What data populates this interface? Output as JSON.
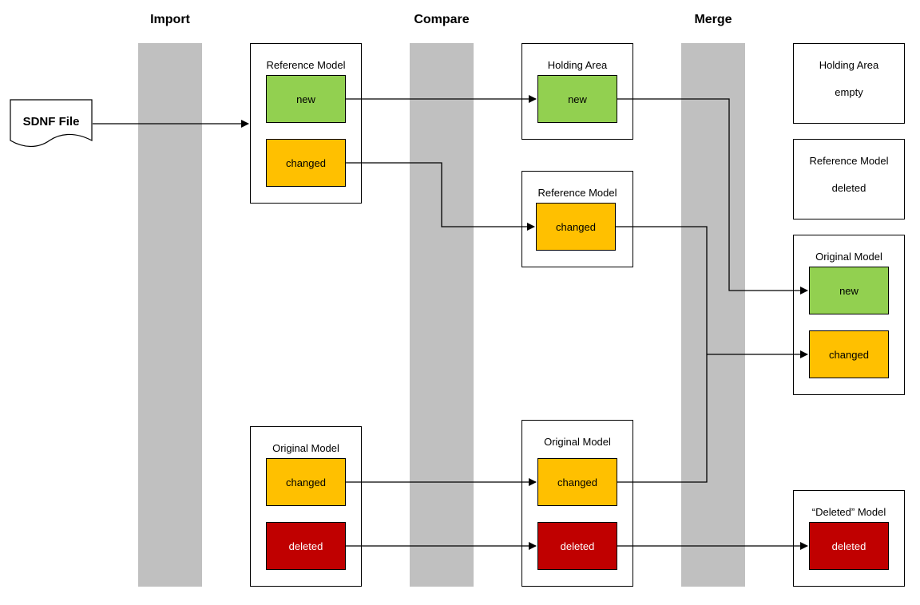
{
  "phases": [
    "Import",
    "Compare",
    "Merge"
  ],
  "file": {
    "label": "SDNF File"
  },
  "import": {
    "reference": {
      "title": "Reference Model",
      "items": [
        "new",
        "changed"
      ]
    },
    "original": {
      "title": "Original Model",
      "items": [
        "changed",
        "deleted"
      ]
    }
  },
  "compare": {
    "holding": {
      "title": "Holding Area",
      "items": [
        "new"
      ]
    },
    "reference": {
      "title": "Reference Model",
      "items": [
        "changed"
      ]
    },
    "original": {
      "title": "Original Model",
      "items": [
        "changed",
        "deleted"
      ]
    }
  },
  "merge": {
    "holding": {
      "title": "Holding Area",
      "status": "empty"
    },
    "reference": {
      "title": "Reference Model",
      "status": "deleted"
    },
    "original": {
      "title": "Original Model",
      "items": [
        "new",
        "changed"
      ]
    },
    "deleted": {
      "title": "“Deleted” Model",
      "items": [
        "deleted"
      ]
    }
  },
  "colors": {
    "new": "#92d050",
    "changed": "#ffc000",
    "deleted": "#c00000",
    "band": "#c0c0c0"
  }
}
